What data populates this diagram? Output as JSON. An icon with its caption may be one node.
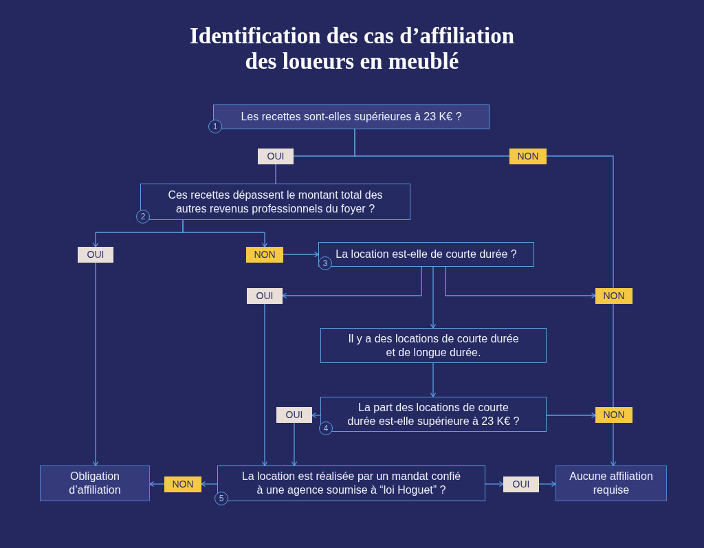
{
  "diagram": {
    "title": "Identification des cas d’affiliation des loueurs en meublé",
    "nodes": [
      {
        "text": [
          "1",
          "Les recettes sont-elles supérieures à 23 K€ ?"
        ]
      },
      {
        "text": [
          "OUI"
        ]
      },
      {
        "text": [
          "NON"
        ]
      },
      {
        "text": [
          "2",
          "Ces recettes dépassent le montant total des autres revenus professionnels du foyer ?"
        ]
      },
      {
        "text": [
          "OUI"
        ]
      },
      {
        "text": [
          "NON"
        ]
      },
      {
        "text": [
          "3",
          "La location est-elle de courte durée ?"
        ]
      },
      {
        "text": [
          "OUI"
        ]
      },
      {
        "text": [
          "NON"
        ]
      },
      {
        "text": [
          "Il y a des locations de courte durée et de longue durée."
        ]
      },
      {
        "text": [
          "OUI"
        ]
      },
      {
        "text": [
          "4",
          "La part des locations de courte durée est-elle supérieure à 23 K€ ?"
        ]
      },
      {
        "text": [
          "NON"
        ]
      },
      {
        "text": [
          "Obligation d’affiliation"
        ]
      },
      {
        "text": [
          "NON"
        ]
      },
      {
        "text": [
          "5",
          "La location est réalisée par un mandat confié à une agence soumise à “loi Hoguet” ?"
        ]
      },
      {
        "text": [
          "OUI"
        ]
      },
      {
        "text": [
          "Aucune affiliation requise"
        ]
      }
    ],
    "edges": [
      {
        "from": 0,
        "to": 1,
        "arrow": "none"
      },
      {
        "from": 0,
        "to": 2,
        "arrow": "none"
      },
      {
        "from": 1,
        "to": 3,
        "arrow": "none"
      },
      {
        "from": 2,
        "to": 8,
        "arrow": "none"
      },
      {
        "from": 3,
        "to": 4,
        "arrow": "to"
      },
      {
        "from": 3,
        "to": 5,
        "arrow": "to"
      },
      {
        "from": 5,
        "to": 6,
        "arrow": "to"
      },
      {
        "from": 6,
        "to": 7,
        "arrow": "to"
      },
      {
        "from": 6,
        "to": 8,
        "arrow": "to"
      },
      {
        "from": 6,
        "to": 9,
        "arrow": "to"
      },
      {
        "from": 9,
        "to": 11,
        "arrow": "to"
      },
      {
        "from": 11,
        "to": 10,
        "arrow": "to"
      },
      {
        "from": 11,
        "to": 12,
        "arrow": "to"
      },
      {
        "from": 8,
        "to": 12,
        "arrow": "none"
      },
      {
        "from": 12,
        "to": 17,
        "arrow": "to"
      },
      {
        "from": 4,
        "to": 13,
        "arrow": "to"
      },
      {
        "from": 7,
        "to": 15,
        "arrow": "to"
      },
      {
        "from": 10,
        "to": 15,
        "arrow": "to"
      },
      {
        "from": 15,
        "to": 14,
        "arrow": "to"
      },
      {
        "from": 14,
        "to": 13,
        "arrow": "to"
      },
      {
        "from": 15,
        "to": 16,
        "arrow": "to"
      },
      {
        "from": 16,
        "to": 17,
        "arrow": "to"
      }
    ]
  }
}
